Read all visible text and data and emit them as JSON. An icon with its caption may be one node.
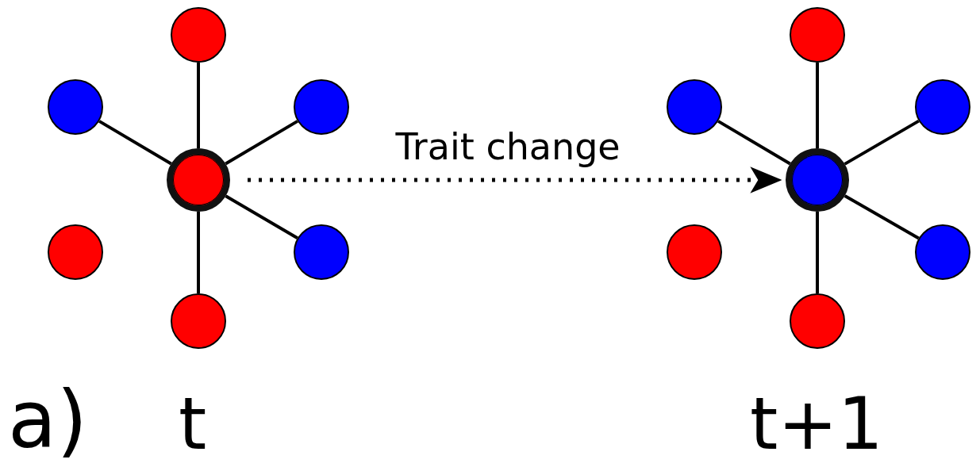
{
  "diagram": {
    "nodes": [
      {
        "text": [],
        "shape": "circle"
      },
      {
        "text": [],
        "shape": "circle"
      },
      {
        "text": [],
        "shape": "circle"
      },
      {
        "text": [],
        "shape": "circle"
      },
      {
        "text": [],
        "shape": "circle"
      },
      {
        "text": [],
        "shape": "circle"
      },
      {
        "text": [],
        "shape": "circle"
      },
      {
        "text": [],
        "shape": "circle"
      },
      {
        "text": [],
        "shape": "circle"
      },
      {
        "text": [],
        "shape": "circle"
      },
      {
        "text": [],
        "shape": "circle"
      },
      {
        "text": [],
        "shape": "circle"
      },
      {
        "text": [],
        "shape": "circle"
      },
      {
        "text": [],
        "shape": "circle"
      }
    ],
    "edges": [
      {
        "from": 2,
        "to": 0,
        "arrow": "none"
      },
      {
        "from": 2,
        "to": 1,
        "arrow": "none"
      },
      {
        "from": 2,
        "to": 3,
        "arrow": "none"
      },
      {
        "from": 2,
        "to": 5,
        "arrow": "none"
      },
      {
        "from": 2,
        "to": 6,
        "arrow": "none"
      },
      {
        "from": 2,
        "to": 9,
        "arrow": "to",
        "label": "Trait change",
        "style": "dashed"
      },
      {
        "from": 9,
        "to": 7,
        "arrow": "none"
      },
      {
        "from": 9,
        "to": 8,
        "arrow": "none"
      },
      {
        "from": 9,
        "to": 10,
        "arrow": "none"
      },
      {
        "from": 9,
        "to": 12,
        "arrow": "none"
      },
      {
        "from": 9,
        "to": 13,
        "arrow": "none"
      }
    ],
    "labels": [
      "a)",
      "t",
      "t+1"
    ]
  }
}
